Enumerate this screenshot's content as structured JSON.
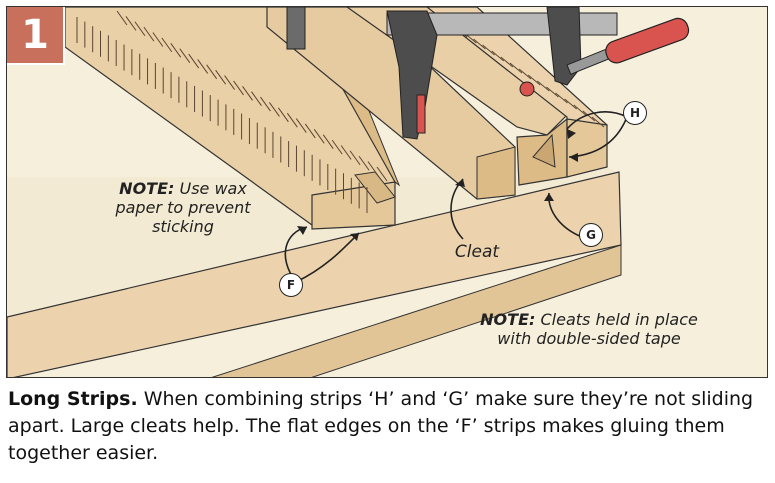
{
  "figure": {
    "step_number": "1",
    "note_wax": {
      "prefix": "NOTE:",
      "text": " Use wax paper to prevent sticking"
    },
    "note_cleats": {
      "prefix": "NOTE:",
      "text": " Cleats held in place with double-sided tape"
    },
    "cleat_label": "Cleat",
    "tags": {
      "f": "F",
      "g": "G",
      "h": "H"
    },
    "colors": {
      "badge": "#c8705c",
      "background": "#f5efdc",
      "wood": "#ecd3ad",
      "clamp_handle": "#d9534f"
    }
  },
  "caption": {
    "lead": "Long Strips.",
    "body": " When combining strips ‘H’ and ‘G’ make sure they’re not sliding apart. Large cleats help. The flat edges on the ‘F’ strips makes gluing them together easier."
  }
}
